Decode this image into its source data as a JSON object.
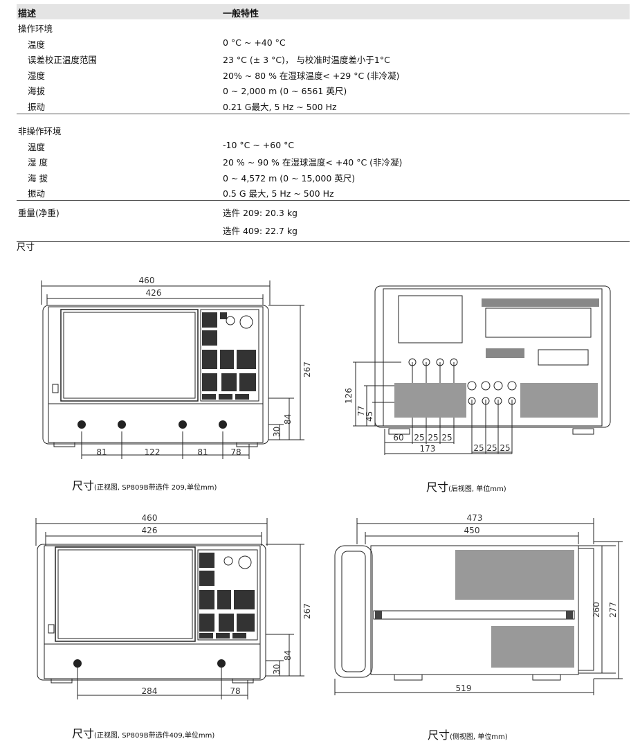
{
  "header": {
    "col1": "描述",
    "col2": "一般特性"
  },
  "operating": {
    "title": "操作环境",
    "rows": [
      {
        "label": "温度",
        "value": "0 °C ~ +40 °C"
      },
      {
        "label": "误差校正温度范围",
        "value": "23 °C (± 3 °C)， 与校准时温度差小于1°C"
      },
      {
        "label": "湿度",
        "value": "20% ~ 80 % 在湿球温度< +29 °C (非冷凝)"
      },
      {
        "label": "海拔",
        "value": "0 ~ 2,000 m (0 ~ 6561 英尺)"
      },
      {
        "label": "振动",
        "value": "0.21 G最大, 5 Hz ~ 500 Hz"
      }
    ]
  },
  "nonoperating": {
    "title": "非操作环境",
    "rows": [
      {
        "label": "温度",
        "value": "-10 °C ~ +60 °C"
      },
      {
        "label": "湿 度",
        "value": "20 % ~ 90 % 在湿球温度< +40 °C (非冷凝)"
      },
      {
        "label": "海 拔",
        "value": "0 ~ 4,572 m (0 ~ 15,000 英尺)"
      },
      {
        "label": "振动",
        "value": "0.5 G 最大, 5 Hz ~ 500 Hz"
      }
    ]
  },
  "weight": {
    "label": "重量(净重)",
    "value1": "选件 209: 20.3 kg",
    "value2": "选件  409: 22.7 kg"
  },
  "dimensions_label": "尺寸",
  "diagrams": {
    "front1": {
      "w460": "460",
      "w426": "426",
      "h267": "267",
      "h84": "84",
      "h30": "30",
      "d81a": "81",
      "d122": "122",
      "d81b": "81",
      "d78": "78"
    },
    "rear": {
      "h126": "126",
      "h77": "77",
      "h45": "45",
      "d60": "60",
      "d25a": "25",
      "d25b": "25",
      "d25c": "25",
      "d173": "173",
      "d25d": "25",
      "d25e": "25",
      "d25f": "25"
    },
    "front2": {
      "w460": "460",
      "w426": "426",
      "h267": "267",
      "h84": "84",
      "h30": "30",
      "d284": "284",
      "d78": "78"
    },
    "side": {
      "w473": "473",
      "w450": "450",
      "h260": "260",
      "h277": "277",
      "d519": "519"
    }
  },
  "captions": {
    "c1_main": "尺寸",
    "c1_sub": "(正视图, SP809B带选件 209,单位mm)",
    "c2_main": "尺寸",
    "c2_sub": "(后视图, 单位mm)",
    "c3_main": "尺寸",
    "c3_sub": "(正视图, SP809B带选件409,单位mm)",
    "c4_main": "尺寸",
    "c4_sub": "(侧视图, 单位mm)"
  }
}
